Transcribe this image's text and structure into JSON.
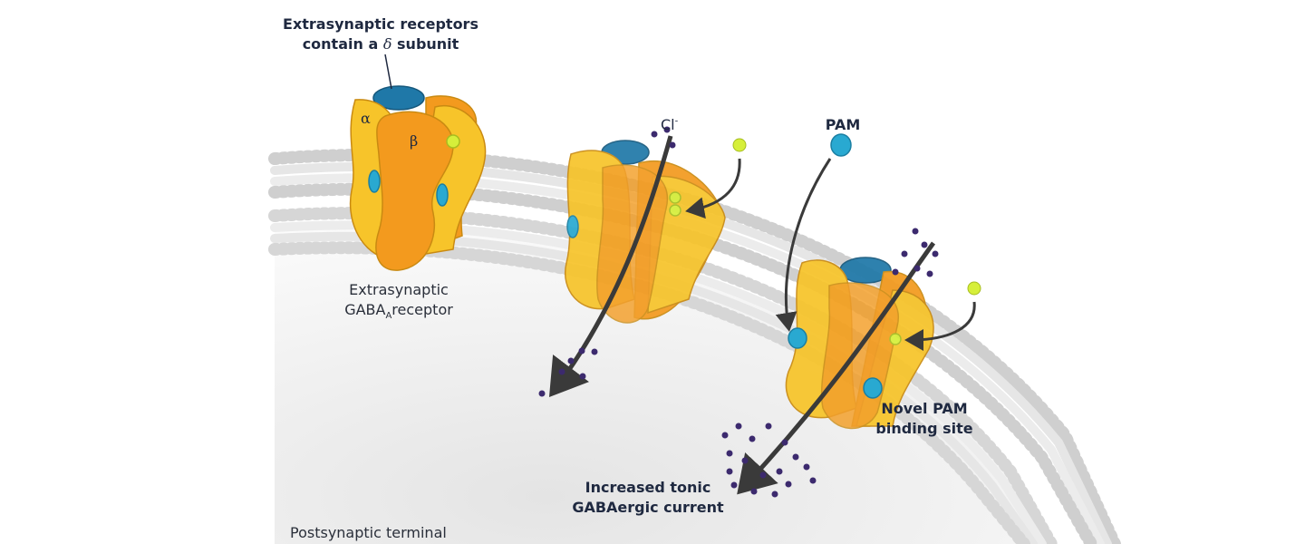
{
  "labels": {
    "delta_note_line1": "Extrasynaptic receptors",
    "delta_note_line2_prefix": "contain a ",
    "delta_note_symbol": "δ",
    "delta_note_line2_suffix": " subunit",
    "alpha": "α",
    "beta": "β",
    "receptor_line1": "Extrasynaptic",
    "receptor_line2_prefix": "GABA",
    "receptor_line2_sub": "A",
    "receptor_line2_suffix": "receptor",
    "chloride": "Cl",
    "chloride_charge": "-",
    "pam": "PAM",
    "novel_line1": "Novel PAM",
    "novel_line2": "binding site",
    "current_line1": "Increased tonic",
    "current_line2": "GABAergic current",
    "terminal": "Postsynaptic terminal"
  },
  "colors": {
    "membrane_head": "#d9d9d9",
    "cytoplasm": "#f0f0f0",
    "yellow_subunit": "#f7c42a",
    "orange_subunit": "#f39a1e",
    "delta_subunit": "#1f78a8",
    "pam_molecule": "#29a9d1",
    "gaba_molecule": "#d6ef3a",
    "chloride_ion": "#3c2a6e",
    "arrow": "#3a3a3a",
    "text": "#1f2940"
  }
}
